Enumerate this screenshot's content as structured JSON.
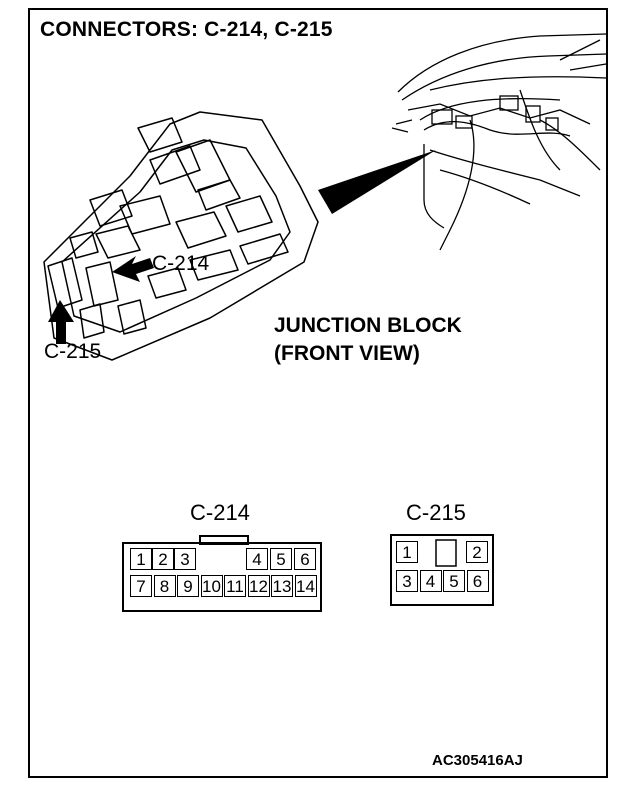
{
  "title": "CONNECTORS: C-214, C-215",
  "junction_block": {
    "line1": "JUNCTION BLOCK",
    "line2": "(FRONT VIEW)"
  },
  "callouts": {
    "c214": "C-214",
    "c215": "C-215"
  },
  "connectors": {
    "c214": {
      "label": "C-214",
      "row1": [
        "1",
        "2",
        "3",
        "4",
        "5",
        "6"
      ],
      "row2": [
        "7",
        "8",
        "9",
        "10",
        "11",
        "12",
        "13",
        "14"
      ]
    },
    "c215": {
      "label": "C-215",
      "row1": [
        "1",
        "2"
      ],
      "row2": [
        "3",
        "4",
        "5",
        "6"
      ]
    }
  },
  "figure_code": "AC305416AJ"
}
